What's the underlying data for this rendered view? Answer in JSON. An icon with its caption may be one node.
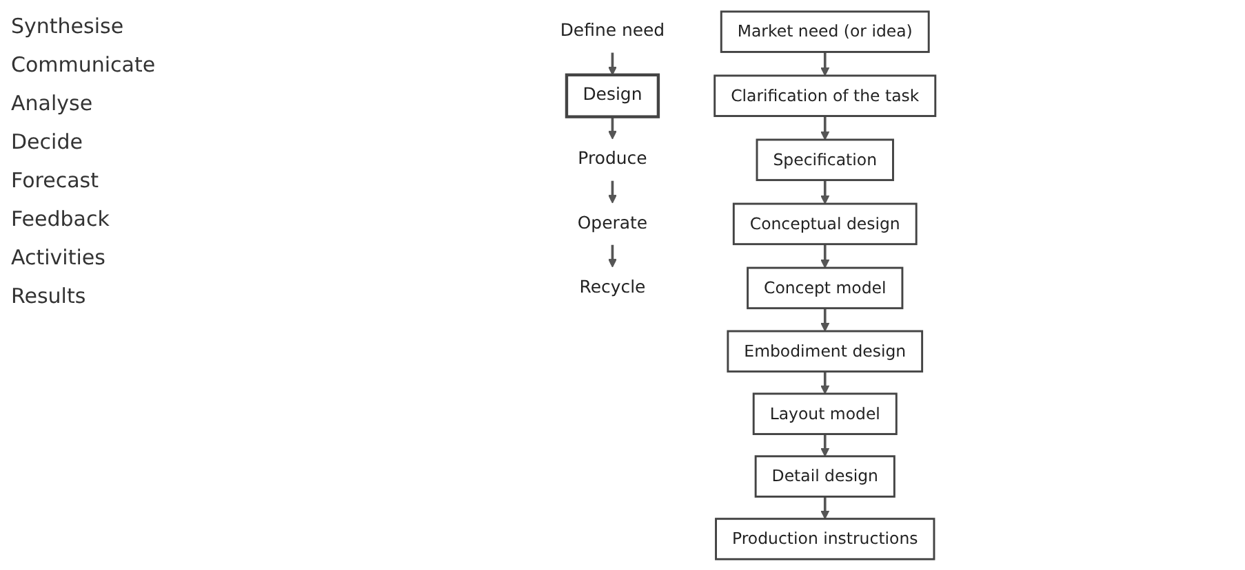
{
  "diagram": {
    "nodes": [
      {
        "text": [
          "Define need"
        ]
      },
      {
        "text": [
          "Design"
        ]
      },
      {
        "text": [
          "Produce"
        ]
      },
      {
        "text": [
          "Operate"
        ]
      },
      {
        "text": [
          "Recycle"
        ]
      },
      {
        "text": [
          "Market need (or idea)"
        ]
      },
      {
        "text": [
          "Clarification of the task"
        ]
      },
      {
        "text": [
          "Specification"
        ]
      },
      {
        "text": [
          "Conceptual design"
        ]
      },
      {
        "text": [
          "Concept model"
        ]
      },
      {
        "text": [
          "Embodiment design"
        ]
      },
      {
        "text": [
          "Layout model"
        ]
      },
      {
        "text": [
          "Detail design"
        ]
      },
      {
        "text": [
          "Production instructions"
        ]
      }
    ],
    "edges": [
      {
        "from": 0,
        "to": 1,
        "arrow": "to"
      },
      {
        "from": 1,
        "to": 2,
        "arrow": "to"
      },
      {
        "from": 2,
        "to": 3,
        "arrow": "to"
      },
      {
        "from": 3,
        "to": 4,
        "arrow": "to"
      },
      {
        "from": 5,
        "to": 6,
        "arrow": "to"
      },
      {
        "from": 6,
        "to": 7,
        "arrow": "to"
      },
      {
        "from": 7,
        "to": 8,
        "arrow": "to"
      },
      {
        "from": 8,
        "to": 9,
        "arrow": "to"
      },
      {
        "from": 9,
        "to": 10,
        "arrow": "to"
      },
      {
        "from": 10,
        "to": 11,
        "arrow": "to"
      },
      {
        "from": 11,
        "to": 12,
        "arrow": "to"
      },
      {
        "from": 12,
        "to": 13,
        "arrow": "to"
      }
    ],
    "labels": [
      "Synthesise",
      "Communicate",
      "Analyse",
      "Decide",
      "Forecast",
      "Feedback",
      "Activities",
      "Results"
    ]
  }
}
